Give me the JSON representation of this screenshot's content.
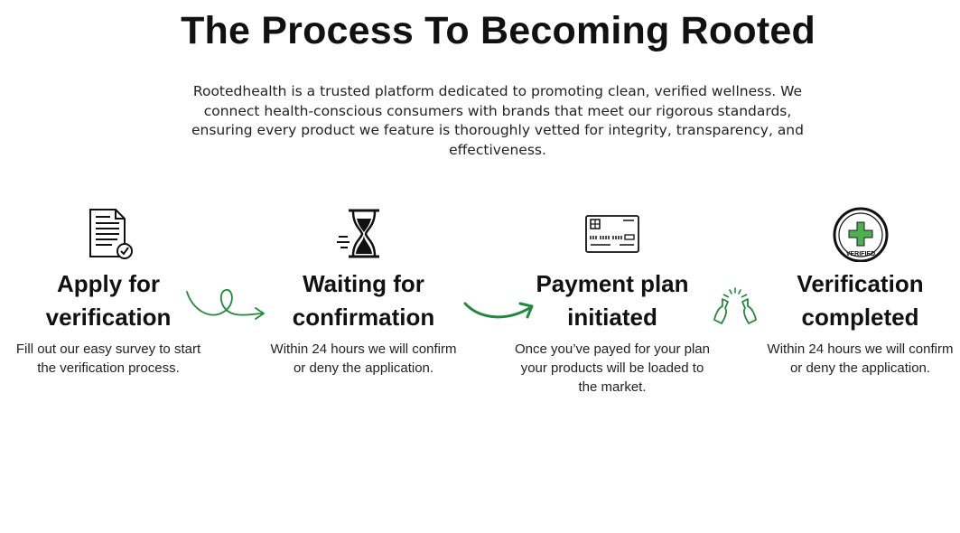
{
  "header": {
    "title": "The Process To Becoming Rooted",
    "intro": "Rootedhealth is a trusted platform dedicated to promoting clean, verified wellness. We connect health-conscious consumers with brands that meet our rigorous standards, ensuring every product we feature is thoroughly vetted for integrity, transparency, and effectiveness."
  },
  "steps": [
    {
      "icon": "document-check-icon",
      "title_line1": "Apply for",
      "title_line2": "verification",
      "desc_line1": "Fill out our easy survey to start",
      "desc_line2": "the verification process.",
      "desc_line3": ""
    },
    {
      "icon": "hourglass-icon",
      "title_line1": "Waiting for",
      "title_line2": "confirmation",
      "desc_line1": "Within 24 hours we will confirm",
      "desc_line2": "or deny the application.",
      "desc_line3": ""
    },
    {
      "icon": "credit-card-icon",
      "title_line1": "Payment plan",
      "title_line2": "initiated",
      "desc_line1": "Once you’ve payed for your plan",
      "desc_line2": "your products will be loaded to",
      "desc_line3": "the market."
    },
    {
      "icon": "verified-badge-icon",
      "badge_text": "VERIFIED",
      "title_line1": "Verification",
      "title_line2": "completed",
      "desc_line1": "Within 24 hours we will confirm",
      "desc_line2": "or deny the application.",
      "desc_line3": ""
    }
  ],
  "connectors": [
    "loop-arrow-icon",
    "curved-arrow-icon",
    "celebration-bottles-icon"
  ],
  "colors": {
    "accent_green": "#1f8a3a",
    "text": "#111111",
    "background": "#ffffff"
  }
}
